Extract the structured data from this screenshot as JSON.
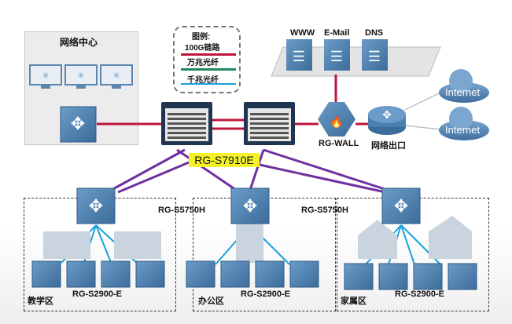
{
  "network_center": {
    "title": "网络中心"
  },
  "legend": {
    "title": "图例:",
    "items": [
      {
        "label": "100G链路",
        "color": "#c0143c"
      },
      {
        "label": "万兆光纤",
        "color": "#1f8a5c"
      },
      {
        "label": "千兆光纤",
        "color": "#1aa0dc"
      }
    ]
  },
  "servers": [
    {
      "label": "WWW"
    },
    {
      "label": "E-Mail"
    },
    {
      "label": "DNS"
    }
  ],
  "core": {
    "label": "RG-S7910E"
  },
  "firewall": {
    "label": "RG-WALL"
  },
  "egress": {
    "label": "网络出口"
  },
  "clouds": [
    {
      "label": "Internet"
    },
    {
      "label": "Internet"
    }
  ],
  "zones": [
    {
      "name": "教学区",
      "agg_label": "RG-S5750H",
      "access_label": "RG-S2900-E"
    },
    {
      "name": "办公区",
      "agg_label": "RG-S5750H",
      "access_label": "RG-S2900-E"
    },
    {
      "name": "家属区",
      "agg_label": "",
      "access_label": "RG-S2900-E"
    }
  ],
  "colors": {
    "link_100g": "#c0143c",
    "link_10g_purple": "#7030a0",
    "link_1g": "#1aa0dc",
    "device_blue": "#4a7fae",
    "highlight": "#f6f22a"
  }
}
